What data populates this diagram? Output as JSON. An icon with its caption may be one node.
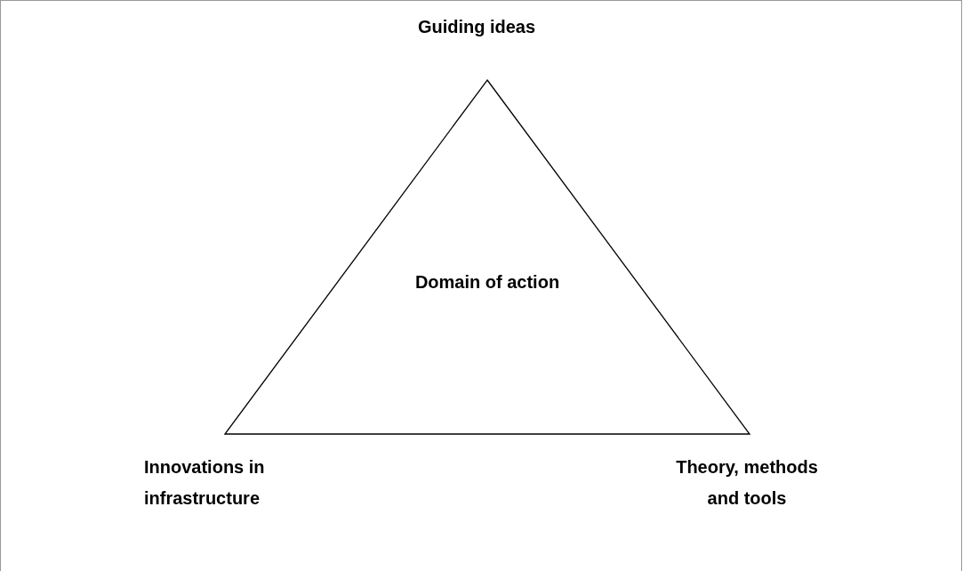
{
  "diagram": {
    "nodes": [
      {
        "text": [
          "Domain of action"
        ]
      }
    ],
    "labels": [
      "Guiding ideas",
      "Innovations in infrastructure",
      "Theory, methods and tools"
    ]
  }
}
